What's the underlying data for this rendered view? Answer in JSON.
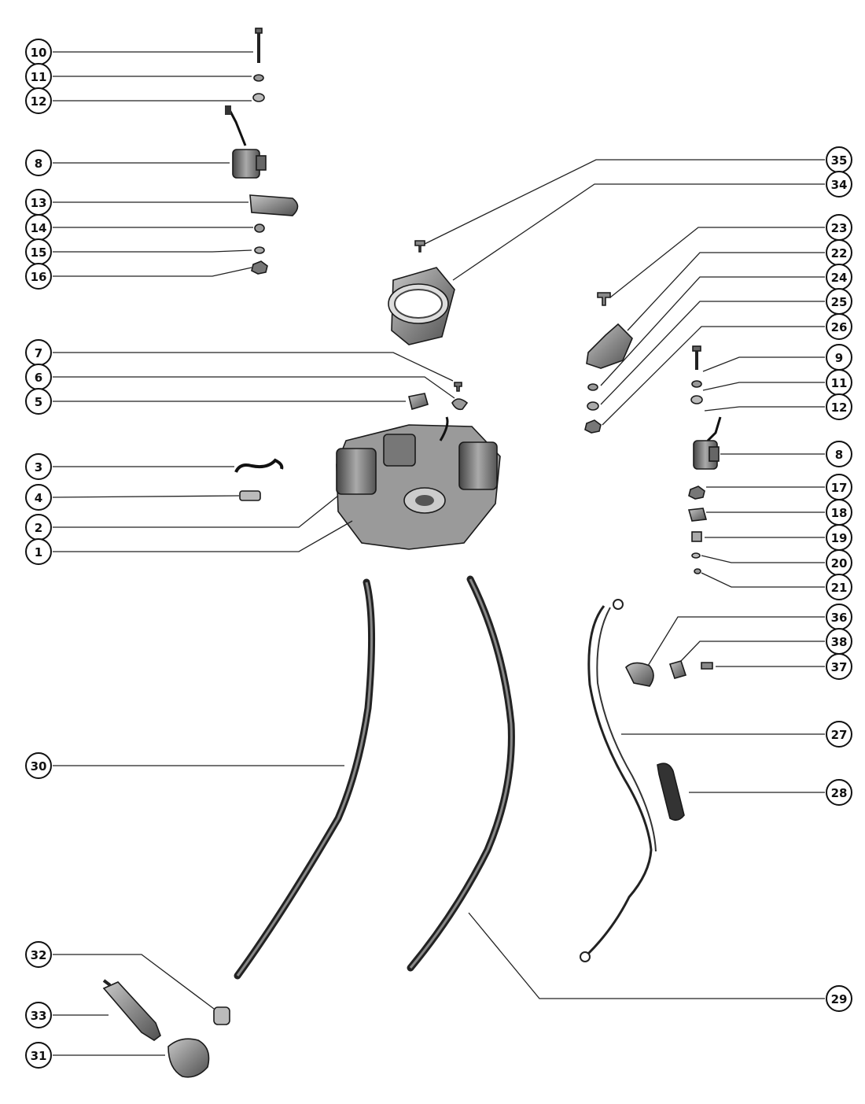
{
  "callouts": [
    {
      "id": "c10",
      "label": "10",
      "side": "left"
    },
    {
      "id": "c11a",
      "label": "11",
      "side": "left"
    },
    {
      "id": "c12a",
      "label": "12",
      "side": "left"
    },
    {
      "id": "c8a",
      "label": "8",
      "side": "left"
    },
    {
      "id": "c13",
      "label": "13",
      "side": "left"
    },
    {
      "id": "c14",
      "label": "14",
      "side": "left"
    },
    {
      "id": "c15",
      "label": "15",
      "side": "left"
    },
    {
      "id": "c16",
      "label": "16",
      "side": "left"
    },
    {
      "id": "c7",
      "label": "7",
      "side": "left"
    },
    {
      "id": "c6",
      "label": "6",
      "side": "left"
    },
    {
      "id": "c5",
      "label": "5",
      "side": "left"
    },
    {
      "id": "c3",
      "label": "3",
      "side": "left"
    },
    {
      "id": "c4",
      "label": "4",
      "side": "left"
    },
    {
      "id": "c2",
      "label": "2",
      "side": "left"
    },
    {
      "id": "c1",
      "label": "1",
      "side": "left"
    },
    {
      "id": "c30",
      "label": "30",
      "side": "left"
    },
    {
      "id": "c32",
      "label": "32",
      "side": "left"
    },
    {
      "id": "c33",
      "label": "33",
      "side": "left"
    },
    {
      "id": "c31",
      "label": "31",
      "side": "left"
    },
    {
      "id": "c35",
      "label": "35",
      "side": "right"
    },
    {
      "id": "c34",
      "label": "34",
      "side": "right"
    },
    {
      "id": "c23",
      "label": "23",
      "side": "right"
    },
    {
      "id": "c22",
      "label": "22",
      "side": "right"
    },
    {
      "id": "c24",
      "label": "24",
      "side": "right"
    },
    {
      "id": "c25",
      "label": "25",
      "side": "right"
    },
    {
      "id": "c26",
      "label": "26",
      "side": "right"
    },
    {
      "id": "c9",
      "label": "9",
      "side": "right"
    },
    {
      "id": "c11b",
      "label": "11",
      "side": "right"
    },
    {
      "id": "c12b",
      "label": "12",
      "side": "right"
    },
    {
      "id": "c8b",
      "label": "8",
      "side": "right"
    },
    {
      "id": "c17",
      "label": "17",
      "side": "right"
    },
    {
      "id": "c18",
      "label": "18",
      "side": "right"
    },
    {
      "id": "c19",
      "label": "19",
      "side": "right"
    },
    {
      "id": "c20",
      "label": "20",
      "side": "right"
    },
    {
      "id": "c21",
      "label": "21",
      "side": "right"
    },
    {
      "id": "c36",
      "label": "36",
      "side": "right"
    },
    {
      "id": "c38",
      "label": "38",
      "side": "right"
    },
    {
      "id": "c37",
      "label": "37",
      "side": "right"
    },
    {
      "id": "c27",
      "label": "27",
      "side": "right"
    },
    {
      "id": "c28",
      "label": "28",
      "side": "right"
    },
    {
      "id": "c29",
      "label": "29",
      "side": "right"
    }
  ],
  "colors": {
    "ink": "#1a1a1a",
    "part_fill": "#8c8c8c",
    "part_dark": "#4a4a4a",
    "paper": "#ffffff"
  }
}
